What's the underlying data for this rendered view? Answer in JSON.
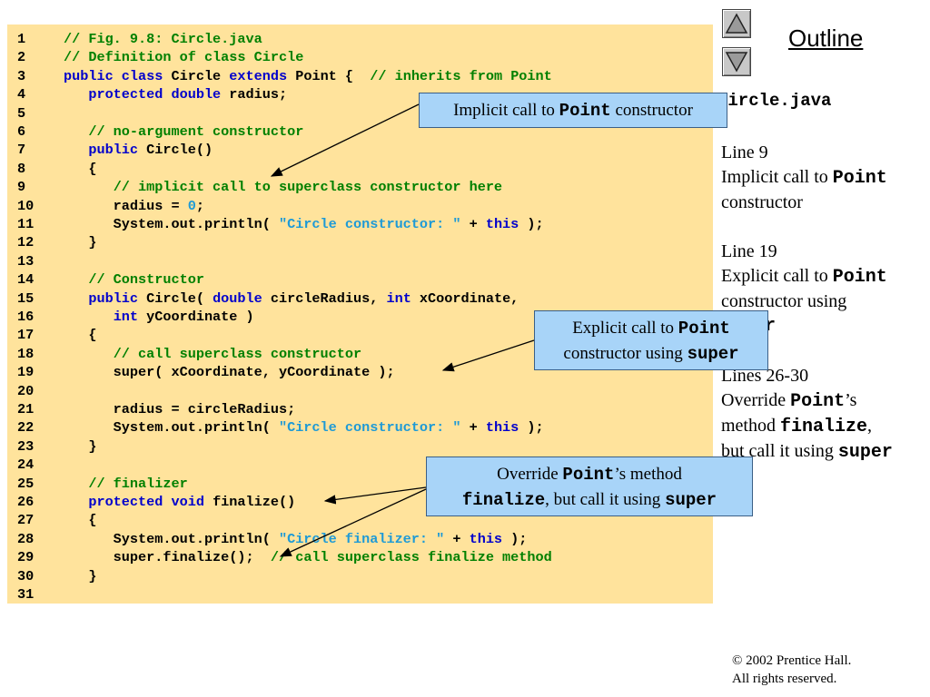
{
  "code_lines": [
    {
      "n": "1",
      "segs": [
        {
          "t": "// Fig. 9.8: Circle.java",
          "c": "cm"
        }
      ]
    },
    {
      "n": "2",
      "segs": [
        {
          "t": "// Definition of class Circle",
          "c": "cm"
        }
      ]
    },
    {
      "n": "3",
      "segs": [
        {
          "t": "public class",
          "c": "kw"
        },
        {
          "t": " Circle ",
          "c": ""
        },
        {
          "t": "extends",
          "c": "kw"
        },
        {
          "t": " Point {  ",
          "c": ""
        },
        {
          "t": "// inherits from Point",
          "c": "cm"
        }
      ]
    },
    {
      "n": "4",
      "segs": [
        {
          "t": "   ",
          "c": ""
        },
        {
          "t": "protected double",
          "c": "kw"
        },
        {
          "t": " radius;",
          "c": ""
        }
      ]
    },
    {
      "n": "5",
      "segs": []
    },
    {
      "n": "6",
      "segs": [
        {
          "t": "   ",
          "c": ""
        },
        {
          "t": "// no-argument constructor",
          "c": "cm"
        }
      ]
    },
    {
      "n": "7",
      "segs": [
        {
          "t": "   ",
          "c": ""
        },
        {
          "t": "public",
          "c": "kw"
        },
        {
          "t": " Circle()",
          "c": ""
        }
      ]
    },
    {
      "n": "8",
      "segs": [
        {
          "t": "   {",
          "c": ""
        }
      ]
    },
    {
      "n": "9",
      "segs": [
        {
          "t": "      ",
          "c": ""
        },
        {
          "t": "// implicit call to superclass constructor here",
          "c": "cm"
        }
      ]
    },
    {
      "n": "10",
      "segs": [
        {
          "t": "      radius = ",
          "c": ""
        },
        {
          "t": "0",
          "c": "nm"
        },
        {
          "t": ";",
          "c": ""
        }
      ]
    },
    {
      "n": "11",
      "segs": [
        {
          "t": "      System.out.println( ",
          "c": ""
        },
        {
          "t": "\"Circle constructor: \"",
          "c": "st"
        },
        {
          "t": " + ",
          "c": ""
        },
        {
          "t": "this",
          "c": "kw"
        },
        {
          "t": " );",
          "c": ""
        }
      ]
    },
    {
      "n": "12",
      "segs": [
        {
          "t": "   }",
          "c": ""
        }
      ]
    },
    {
      "n": "13",
      "segs": []
    },
    {
      "n": "14",
      "segs": [
        {
          "t": "   ",
          "c": ""
        },
        {
          "t": "// Constructor",
          "c": "cm"
        }
      ]
    },
    {
      "n": "15",
      "segs": [
        {
          "t": "   ",
          "c": ""
        },
        {
          "t": "public",
          "c": "kw"
        },
        {
          "t": " Circle( ",
          "c": ""
        },
        {
          "t": "double",
          "c": "kw"
        },
        {
          "t": " circleRadius, ",
          "c": ""
        },
        {
          "t": "int",
          "c": "kw"
        },
        {
          "t": " xCoordinate,",
          "c": ""
        }
      ]
    },
    {
      "n": "16",
      "segs": [
        {
          "t": "      ",
          "c": ""
        },
        {
          "t": "int",
          "c": "kw"
        },
        {
          "t": " yCoordinate )",
          "c": ""
        }
      ]
    },
    {
      "n": "17",
      "segs": [
        {
          "t": "   {",
          "c": ""
        }
      ]
    },
    {
      "n": "18",
      "segs": [
        {
          "t": "      ",
          "c": ""
        },
        {
          "t": "// call superclass constructor",
          "c": "cm"
        }
      ]
    },
    {
      "n": "19",
      "segs": [
        {
          "t": "      super( xCoordinate, yCoordinate );",
          "c": ""
        }
      ]
    },
    {
      "n": "20",
      "segs": []
    },
    {
      "n": "21",
      "segs": [
        {
          "t": "      radius = circleRadius;",
          "c": ""
        }
      ]
    },
    {
      "n": "22",
      "segs": [
        {
          "t": "      System.out.println( ",
          "c": ""
        },
        {
          "t": "\"Circle constructor: \"",
          "c": "st"
        },
        {
          "t": " + ",
          "c": ""
        },
        {
          "t": "this",
          "c": "kw"
        },
        {
          "t": " );",
          "c": ""
        }
      ]
    },
    {
      "n": "23",
      "segs": [
        {
          "t": "   }",
          "c": ""
        }
      ]
    },
    {
      "n": "24",
      "segs": []
    },
    {
      "n": "25",
      "segs": [
        {
          "t": "   ",
          "c": ""
        },
        {
          "t": "// finalizer",
          "c": "cm"
        }
      ]
    },
    {
      "n": "26",
      "segs": [
        {
          "t": "   ",
          "c": ""
        },
        {
          "t": "protected void",
          "c": "kw"
        },
        {
          "t": " finalize()",
          "c": ""
        }
      ]
    },
    {
      "n": "27",
      "segs": [
        {
          "t": "   {",
          "c": ""
        }
      ]
    },
    {
      "n": "28",
      "segs": [
        {
          "t": "      System.out.println( ",
          "c": ""
        },
        {
          "t": "\"Circle finalizer: \"",
          "c": "st"
        },
        {
          "t": " + ",
          "c": ""
        },
        {
          "t": "this",
          "c": "kw"
        },
        {
          "t": " );",
          "c": ""
        }
      ]
    },
    {
      "n": "29",
      "segs": [
        {
          "t": "      super.finalize();  ",
          "c": ""
        },
        {
          "t": "// call superclass finalize method",
          "c": "cm"
        }
      ]
    },
    {
      "n": "30",
      "segs": [
        {
          "t": "   }",
          "c": ""
        }
      ]
    },
    {
      "n": "31",
      "segs": []
    }
  ],
  "callouts": {
    "c1": {
      "pre": "Implicit call to ",
      "mono": "Point",
      "post": " constructor"
    },
    "c2": {
      "l1_pre": "Explicit call to ",
      "l1_mono": "Point",
      "l2_pre": "constructor using ",
      "l2_mono": "super"
    },
    "c3": {
      "l1_pre": "Override ",
      "l1_mono": "Point",
      "l1_post": "’s method",
      "l2_mono": "finalize",
      "l2_mid": ", but call it using ",
      "l2_mono2": "super"
    }
  },
  "outline": {
    "title": "Outline",
    "file": "Circle.java",
    "notes": {
      "n1_head": "Line 9",
      "n1_pre": "Implicit call to ",
      "n1_mono": "Point",
      "n1_post": "constructor",
      "n2_head": "Line 19",
      "n2_pre": "Explicit call to ",
      "n2_mono": "Point",
      "n2_mid": "constructor using",
      "n2_mono2": "super",
      "n3_head": "Lines 26-30",
      "n3_pre": "Override ",
      "n3_mono": "Point",
      "n3_post": "’s",
      "n3_l2_pre": "method ",
      "n3_l2_mono": "finalize",
      "n3_l2_post": ",",
      "n3_l3_pre": "but call it using ",
      "n3_l3_mono": "super"
    }
  },
  "nav": {
    "up_icon": "triangle-up-icon",
    "down_icon": "triangle-down-icon"
  },
  "copyright": {
    "line1": "© 2002 Prentice Hall.",
    "line2": "All rights reserved."
  }
}
